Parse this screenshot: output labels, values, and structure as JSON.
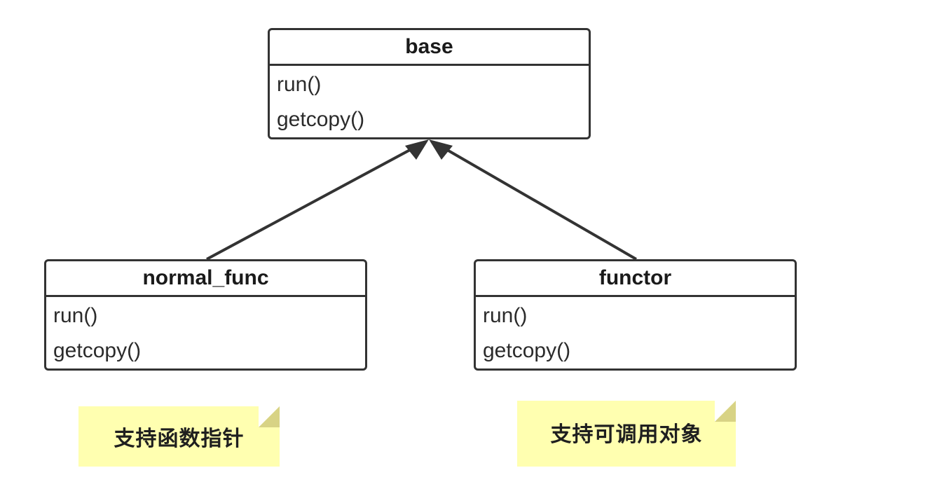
{
  "diagram": {
    "type": "uml-class-diagram",
    "title": "",
    "classes": [
      {
        "id": "base",
        "name": "base",
        "members": [
          "run()",
          "getcopy()"
        ]
      },
      {
        "id": "normal_func",
        "name": "normal_func",
        "members": [
          "run()",
          "getcopy()"
        ]
      },
      {
        "id": "functor",
        "name": "functor",
        "members": [
          "run()",
          "getcopy()"
        ]
      }
    ],
    "relations": [
      {
        "from": "normal_func",
        "to": "base",
        "kind": "inheritance",
        "arrow": "solid-filled"
      },
      {
        "from": "functor",
        "to": "base",
        "kind": "inheritance",
        "arrow": "solid-filled"
      }
    ],
    "notes": [
      {
        "id": "note-normal",
        "attached_to": "normal_func",
        "text": "支持函数指针"
      },
      {
        "id": "note-functor",
        "attached_to": "functor",
        "text": "支持可调用对象"
      }
    ],
    "colors": {
      "box_border": "#333333",
      "box_fill": "#ffffff",
      "text": "#1a1a1a",
      "connector": "#333333",
      "note_fill": "#ffffb0",
      "note_fold": "#d8d385",
      "background": "#ffffff"
    }
  }
}
